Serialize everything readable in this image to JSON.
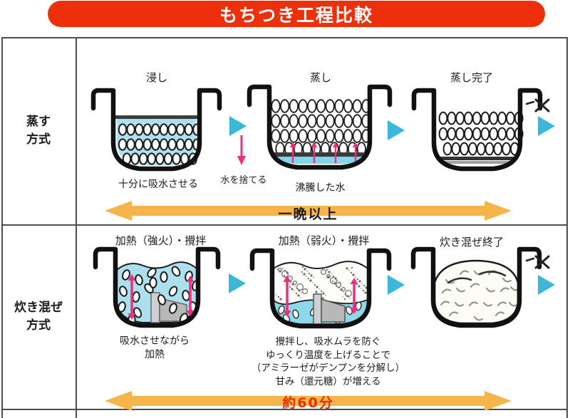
{
  "title": "もちつき工程比較",
  "colors": {
    "banner_red": "#ee2f0b",
    "time_arrow_orange": "#f6b54a",
    "flow_triangle_blue": "#3db7d9",
    "stir_arrow_pink": "#ec2f7e",
    "water_blue": "#ace0ef",
    "row2_duration_text_red": "#e83000"
  },
  "rows": [
    {
      "method": "蒸す方式",
      "method_lines": [
        "蒸す",
        "方式"
      ],
      "stages": [
        {
          "title": "浸し",
          "caption": "十分に吸水させる"
        },
        {
          "title": "蒸し",
          "caption": "沸騰した水"
        },
        {
          "title": "蒸し完了"
        }
      ],
      "between_1_2_note": "水を捨てる",
      "duration": "一晩以上"
    },
    {
      "method": "炊き混ぜ方式",
      "method_lines": [
        "炊き混ぜ",
        "方式"
      ],
      "stages": [
        {
          "title": "加熱（強火）・攪拌",
          "caption_lines": [
            "吸水させながら",
            "加熱"
          ]
        },
        {
          "title": "加熱（弱火）・攪拌",
          "caption_lines": [
            "攪拌し、吸水ムラを防ぐ",
            "ゆっくり温度を上げることで",
            "（アミラーゼがデンプンを分解し）",
            "甘み（還元糖）が増える"
          ]
        },
        {
          "title": "炊き混ぜ終了"
        }
      ],
      "duration": "約60分"
    }
  ]
}
